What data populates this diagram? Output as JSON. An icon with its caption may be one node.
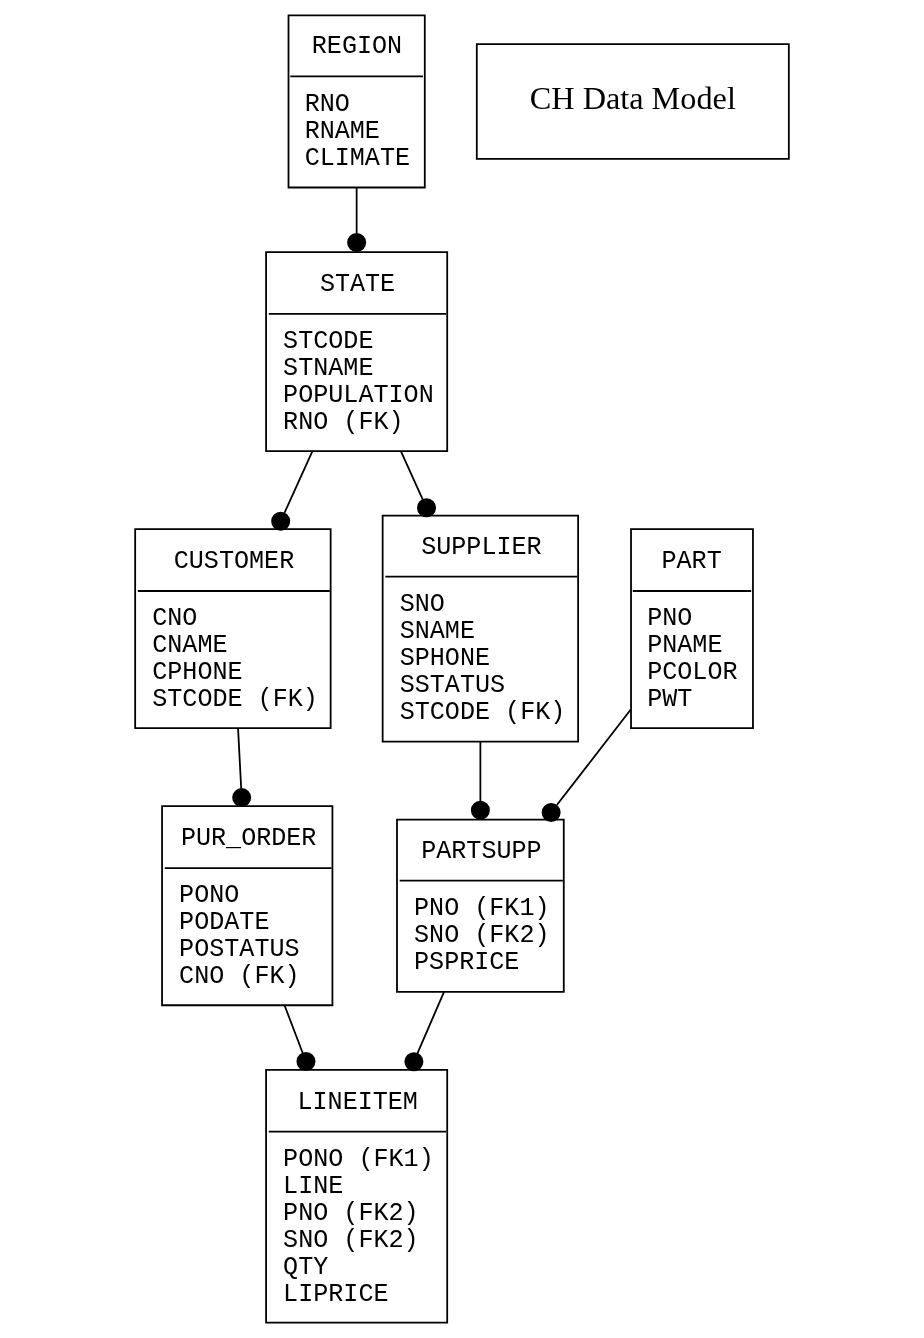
{
  "diagram": {
    "nodes": [
      {
        "text": [
          "REGION",
          "RNO",
          "RNAME",
          "CLIMATE"
        ]
      },
      {
        "text": [
          "STATE",
          "STCODE",
          "STNAME",
          "POPULATION",
          "RNO (FK)"
        ]
      },
      {
        "text": [
          "CUSTOMER",
          "CNO",
          "CNAME",
          "CPHONE",
          "STCODE (FK)"
        ]
      },
      {
        "text": [
          "SUPPLIER",
          "SNO",
          "SNAME",
          "SPHONE",
          "SSTATUS",
          "STCODE (FK)"
        ]
      },
      {
        "text": [
          "PART",
          "PNO",
          "PNAME",
          "PCOLOR",
          "PWT"
        ]
      },
      {
        "text": [
          "PUR_ORDER",
          "PONO",
          "PODATE",
          "POSTATUS",
          "CNO (FK)"
        ]
      },
      {
        "text": [
          "PARTSUPP",
          "PNO (FK1)",
          "SNO (FK2)",
          "PSPRICE"
        ]
      },
      {
        "text": [
          "LINEITEM",
          "PONO (FK1)",
          "LINE",
          "PNO (FK2)",
          "SNO (FK2)",
          "QTY",
          "LIPRICE"
        ]
      },
      {
        "text": [
          "CH Data Model"
        ]
      }
    ],
    "edges": [
      {
        "from": 0,
        "to": 1,
        "arrow": "other"
      },
      {
        "from": 1,
        "to": 2,
        "arrow": "other"
      },
      {
        "from": 1,
        "to": 3,
        "arrow": "other"
      },
      {
        "from": 2,
        "to": 5,
        "arrow": "other"
      },
      {
        "from": 3,
        "to": 6,
        "arrow": "other"
      },
      {
        "from": 4,
        "to": 6,
        "arrow": "other"
      },
      {
        "from": 5,
        "to": 7,
        "arrow": "other"
      },
      {
        "from": 6,
        "to": 7,
        "arrow": "other"
      }
    ]
  }
}
